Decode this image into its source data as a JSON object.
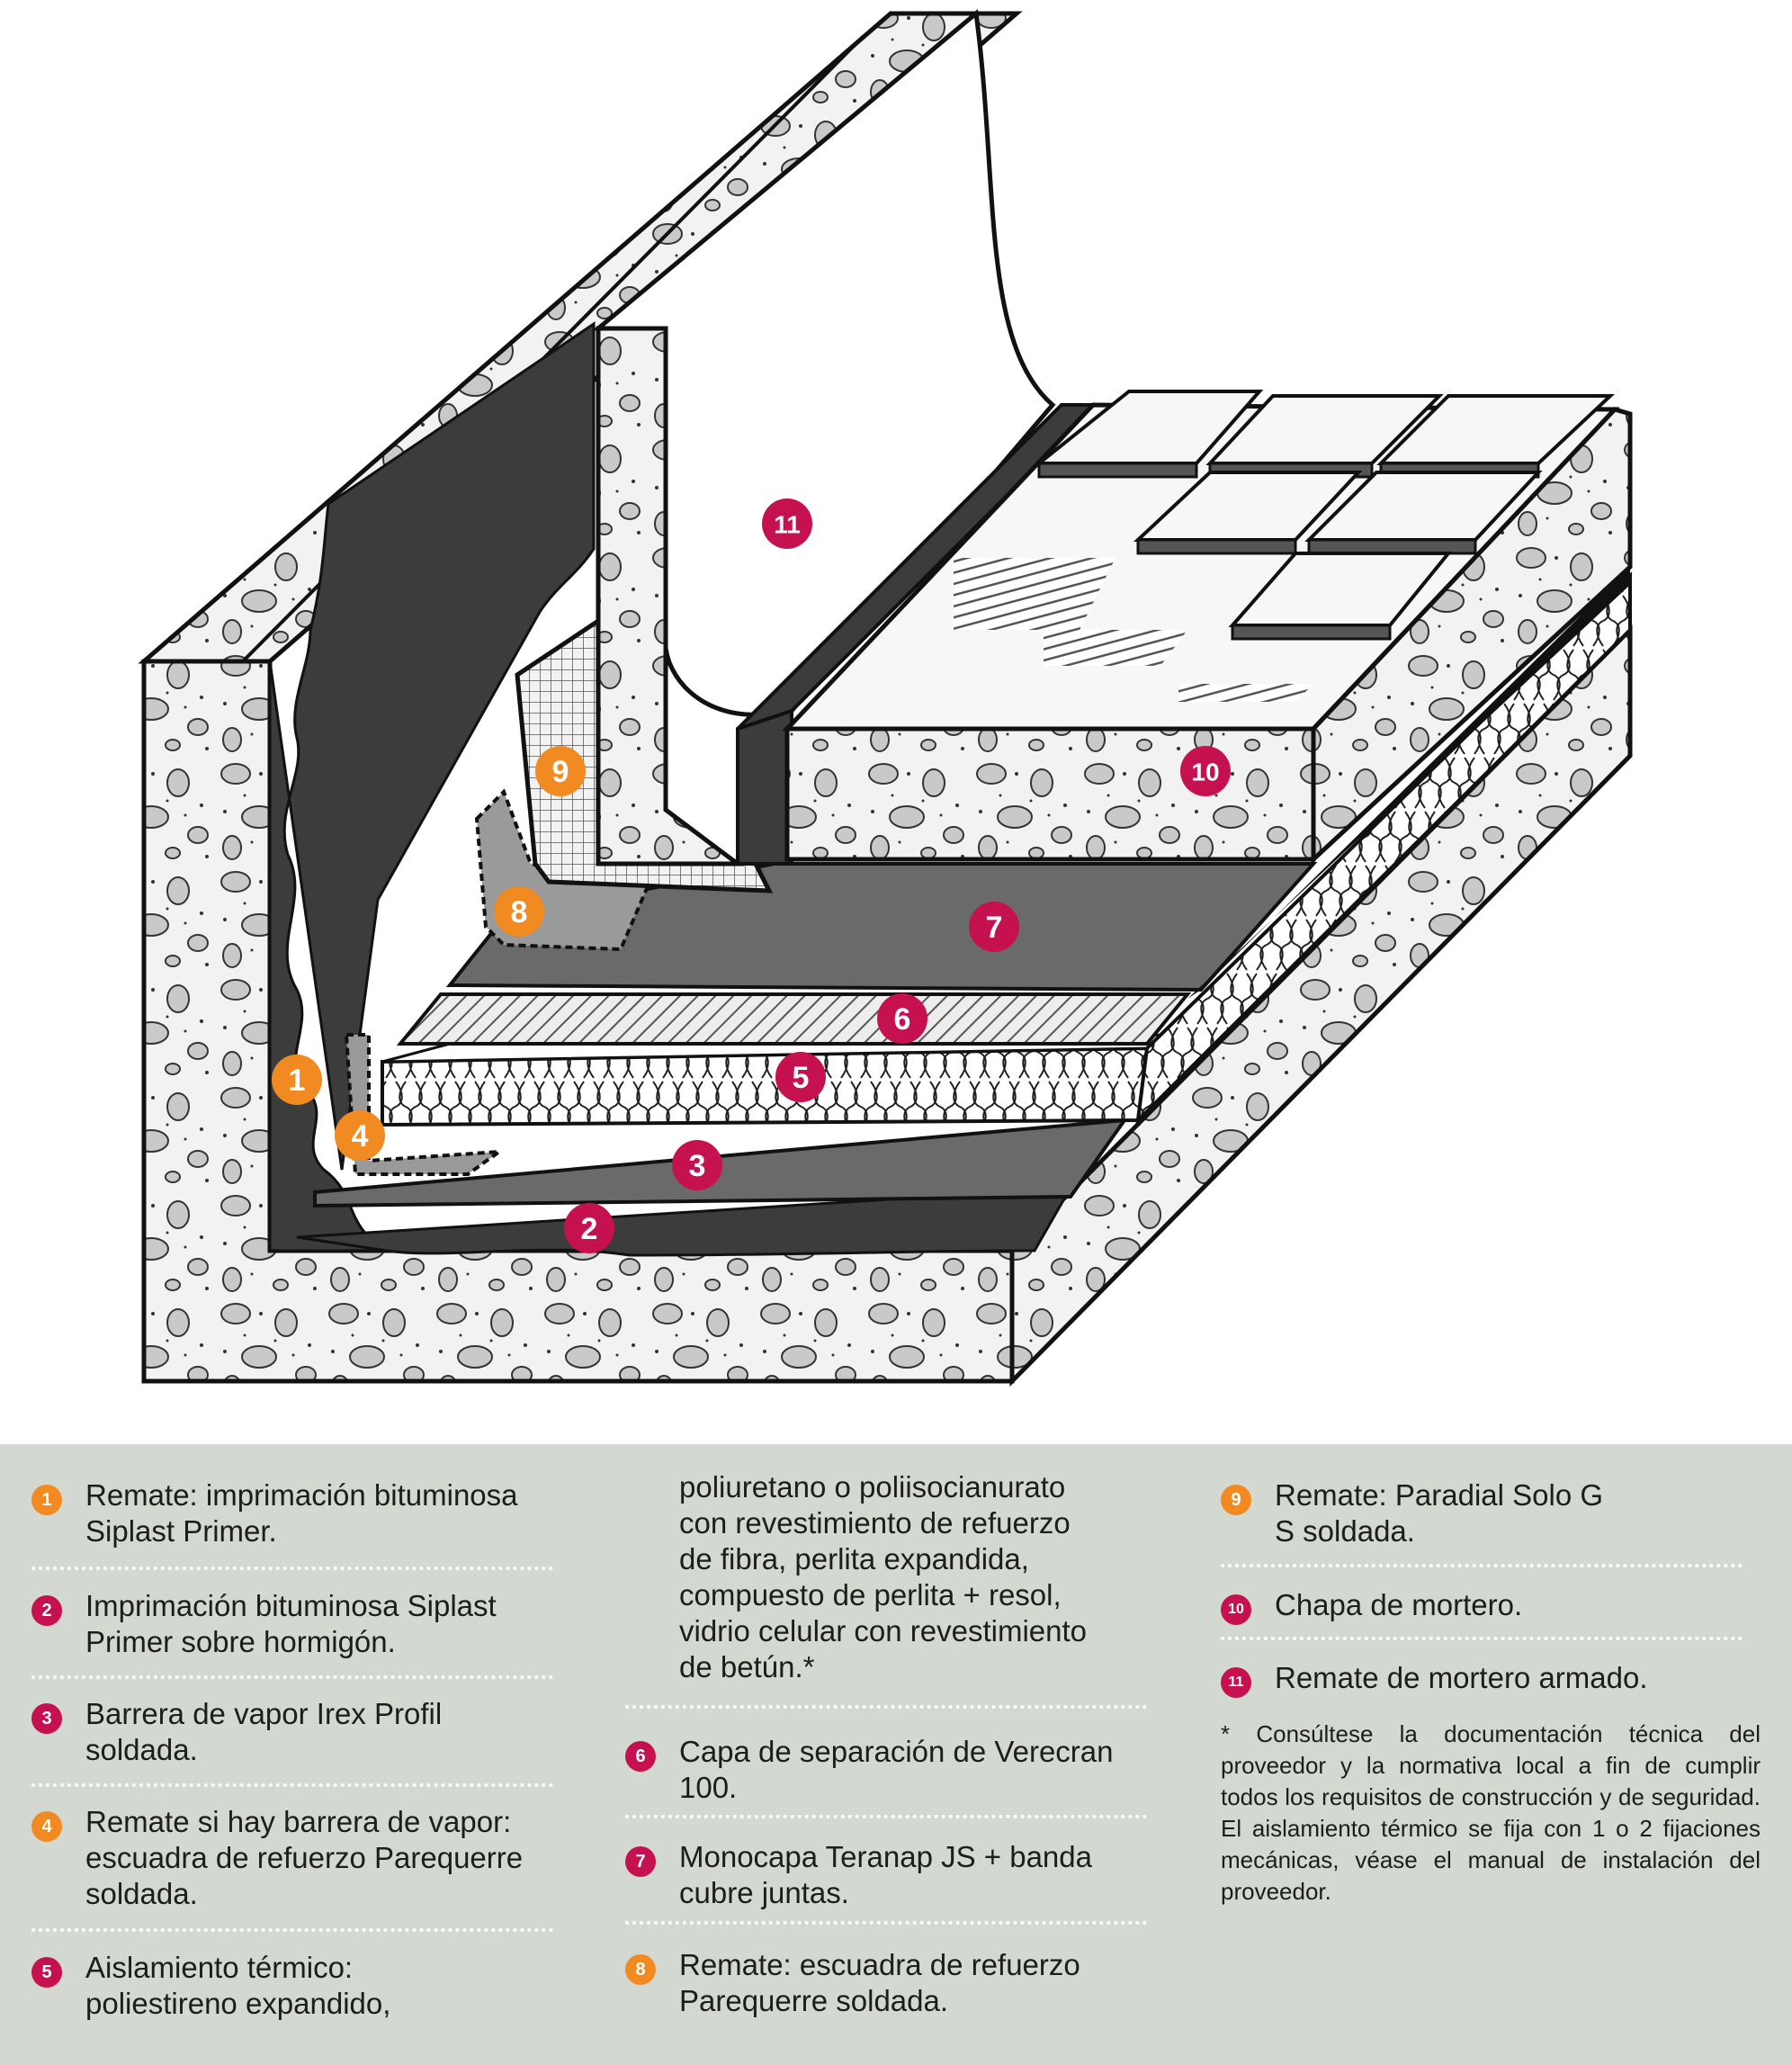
{
  "diagram": {
    "markers": [
      {
        "n": "1",
        "color": "orange"
      },
      {
        "n": "2",
        "color": "red"
      },
      {
        "n": "3",
        "color": "red"
      },
      {
        "n": "4",
        "color": "orange"
      },
      {
        "n": "5",
        "color": "red"
      },
      {
        "n": "6",
        "color": "red"
      },
      {
        "n": "7",
        "color": "red"
      },
      {
        "n": "8",
        "color": "orange"
      },
      {
        "n": "9",
        "color": "orange"
      },
      {
        "n": "10",
        "color": "red"
      },
      {
        "n": "11",
        "color": "red"
      }
    ]
  },
  "colors": {
    "orange": "#f18a21",
    "red": "#c5114f",
    "legend_bg": "#d3d8d1",
    "membrane": "#3c3c3c"
  },
  "legend": {
    "col1": [
      {
        "n": "1",
        "color": "orange",
        "text": "Remate: imprimación bituminosa\nSiplast Primer."
      },
      {
        "n": "2",
        "color": "red",
        "text": "Imprimación bituminosa Siplast\nPrimer sobre hormigón."
      },
      {
        "n": "3",
        "color": "red",
        "text": "Barrera de vapor Irex Profil\nsoldada."
      },
      {
        "n": "4",
        "color": "orange",
        "text": "Remate si hay barrera de vapor:\nescuadra de refuerzo Parequerre\nsoldada."
      },
      {
        "n": "5",
        "color": "red",
        "text": "Aislamiento térmico:\npoliestireno expandido,"
      }
    ],
    "col2_continuation": "poliuretano o poliisocianurato\ncon revestimiento de refuerzo\nde fibra, perlita expandida,\ncompuesto de perlita + resol,\nvidrio celular con revestimiento\nde betún.*",
    "col2": [
      {
        "n": "6",
        "color": "red",
        "text": "Capa de separación de Verecran\n100."
      },
      {
        "n": "7",
        "color": "red",
        "text": "Monocapa Teranap JS + banda\ncubre juntas."
      },
      {
        "n": "8",
        "color": "orange",
        "text": "Remate: escuadra de refuerzo\nParequerre soldada."
      }
    ],
    "col3": [
      {
        "n": "9",
        "color": "orange",
        "text": "Remate: Paradial Solo G\nS soldada."
      },
      {
        "n": "10",
        "color": "red",
        "text": "Chapa de mortero."
      },
      {
        "n": "11",
        "color": "red",
        "text": "Remate de mortero armado."
      }
    ],
    "note": "* Consúltese la documentación técnica del proveedor y la normativa local a fin de cumplir todos los requisitos de construcción y de seguridad. El aislamiento térmico se fija con 1 o 2 fijaciones mecánicas, véase el manual de instalación del proveedor."
  }
}
